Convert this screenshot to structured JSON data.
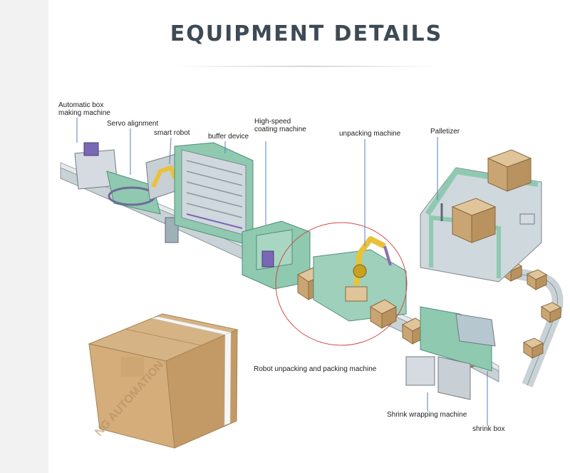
{
  "title": "EQUIPMENT DETAILS",
  "labels": {
    "auto_box": "Automatic box making machine",
    "servo": "Servo alignment",
    "robot": "smart robot",
    "buffer": "buffer device",
    "coating": "High-speed coating machine",
    "unpacking": "unpacking machine",
    "palletizer": "Palletizer",
    "robot_pack": "Robot unpacking and packing machine",
    "shrink_wrap": "Shrink wrapping machine",
    "shrink_box": "shrink box"
  },
  "watermark": "NG AUTOMATION",
  "colors": {
    "machine_green": "#8ec9b0",
    "machine_dark": "#4f8f7a",
    "frame_gray": "#b9c3c8",
    "carton": "#d9b88a",
    "carton_dark": "#b8925f",
    "robot_yellow": "#e8c23a",
    "purple": "#8a6fb0",
    "leader_blue": "#5a7fb8",
    "circle_red": "#d04848"
  }
}
